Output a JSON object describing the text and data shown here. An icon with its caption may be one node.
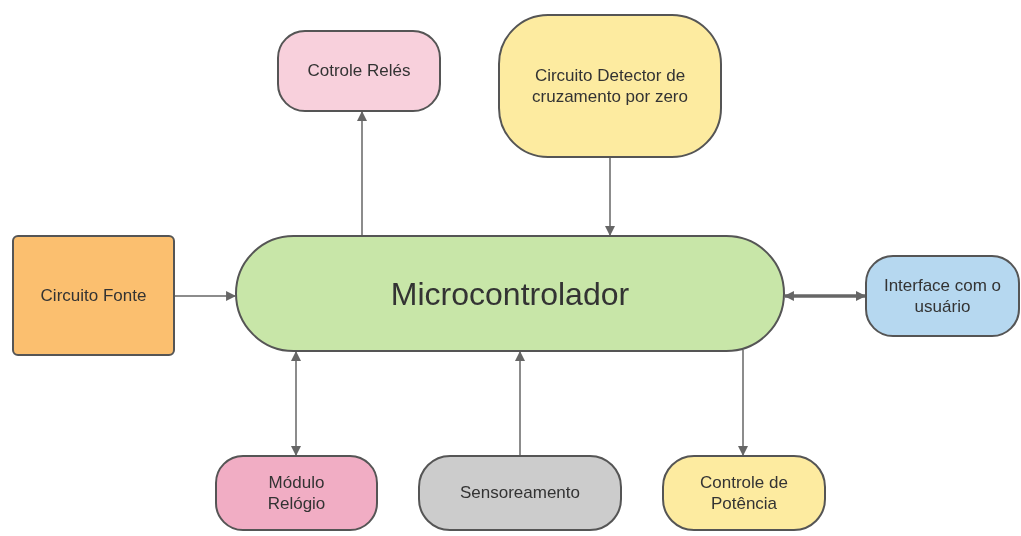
{
  "diagram": {
    "nodes": [
      {
        "text": [
          "Cotrole Relés"
        ]
      },
      {
        "text": [
          "Circuito Detector de cruzamento por zero"
        ]
      },
      {
        "text": [
          "Circuito Fonte"
        ]
      },
      {
        "text": [
          "Microcontrolador"
        ]
      },
      {
        "text": [
          "Interface com o usuário"
        ]
      },
      {
        "text": [
          "Módulo Relógio"
        ]
      },
      {
        "text": [
          "Sensoreamento"
        ]
      },
      {
        "text": [
          "Controle de Potência"
        ]
      }
    ],
    "edges": [
      {
        "from": 3,
        "to": 0,
        "arrow": "to"
      },
      {
        "from": 1,
        "to": 3,
        "arrow": "to"
      },
      {
        "from": 2,
        "to": 3,
        "arrow": "to"
      },
      {
        "from": 3,
        "to": 4,
        "arrow": "both",
        "style": "thick"
      },
      {
        "from": 3,
        "to": 5,
        "arrow": "both"
      },
      {
        "from": 6,
        "to": 3,
        "arrow": "to"
      },
      {
        "from": 3,
        "to": 7,
        "arrow": "to"
      }
    ]
  }
}
